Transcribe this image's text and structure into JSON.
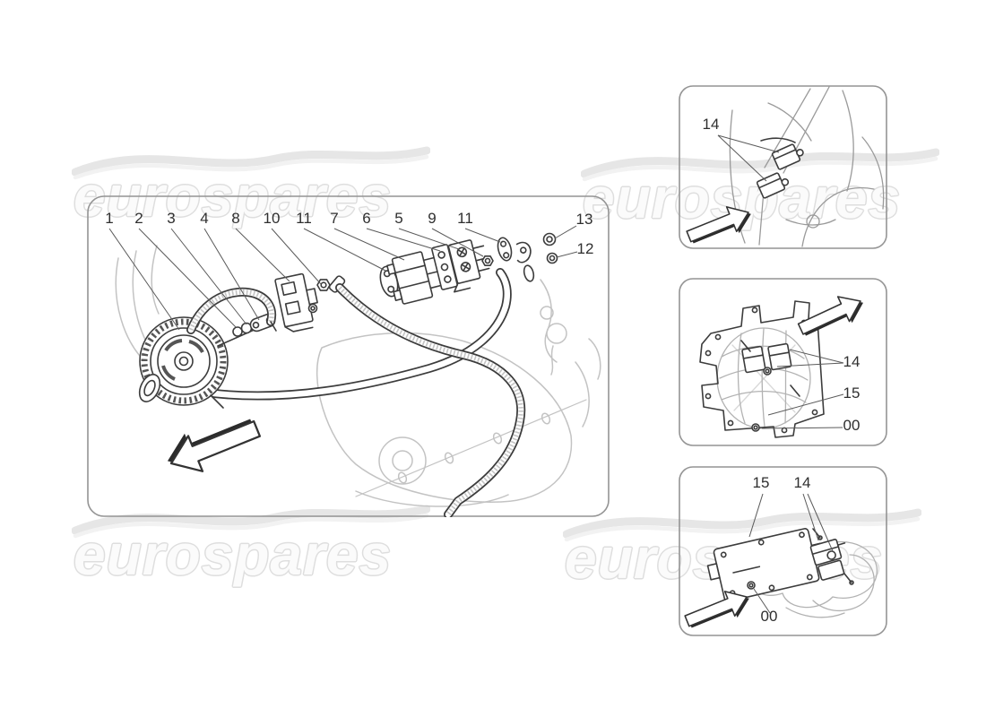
{
  "brand": {
    "watermark_text": "eurospares"
  },
  "colors": {
    "line_dark": "#3c3c3c",
    "line_mid": "#9a9a9a",
    "line_light": "#c3c3c3",
    "panel_border": "#949494",
    "watermark_outline": "#dedede",
    "label_text": "#2f2f2f",
    "background": "#ffffff"
  },
  "main_panel": {
    "description": "exploded view of alternator wiring and connector parts",
    "callouts": [
      "1",
      "2",
      "3",
      "4",
      "8",
      "10",
      "11",
      "7",
      "6",
      "5",
      "9",
      "11",
      "13",
      "12"
    ]
  },
  "detail_panels": [
    {
      "id": "rear-compartment-view",
      "callouts": [
        "14"
      ]
    },
    {
      "id": "mounting-bracket-view",
      "callouts": [
        "14",
        "15",
        "00"
      ]
    },
    {
      "id": "bracket-harness-view",
      "callouts": [
        "15",
        "14",
        "00"
      ]
    }
  ]
}
